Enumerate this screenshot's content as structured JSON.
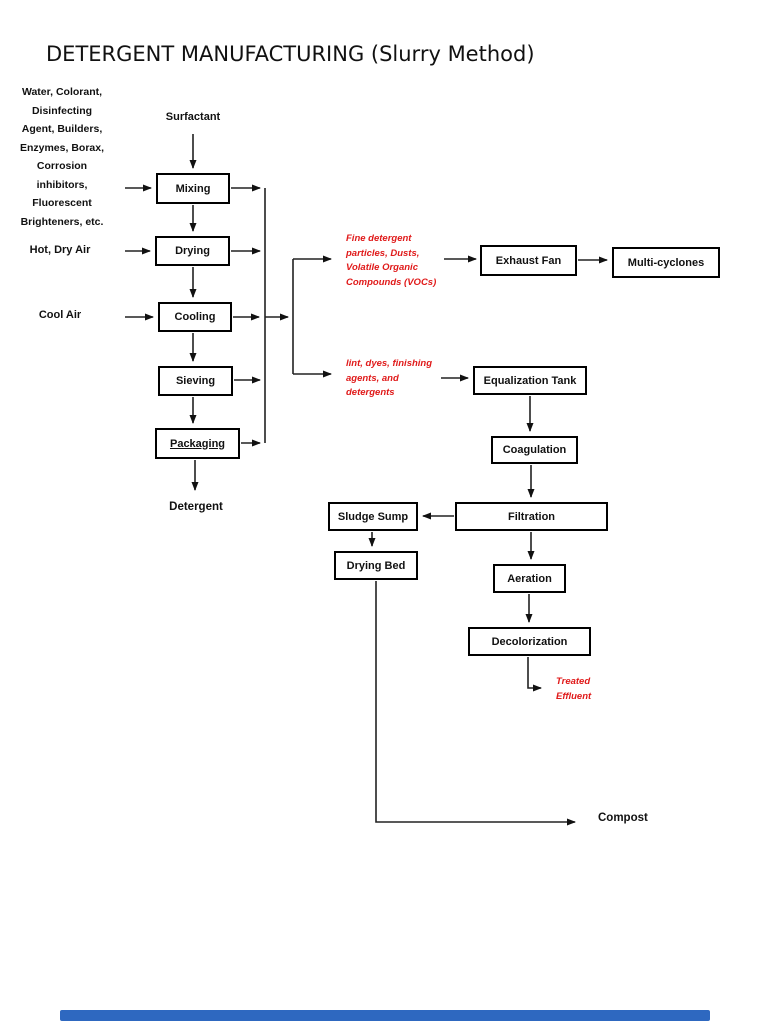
{
  "title": "DETERGENT MANUFACTURING (Slurry Method)",
  "inputs": {
    "ingredients": "Water, Colorant,\nDisinfecting\nAgent, Builders,\nEnzymes, Borax,\nCorrosion\ninhibitors,\nFluorescent\nBrighteners, etc.",
    "surfactant": "Surfactant",
    "hot_dry_air": "Hot, Dry Air",
    "cool_air": "Cool Air"
  },
  "boxes": {
    "mixing": "Mixing",
    "drying": "Drying",
    "cooling": "Cooling",
    "sieving": "Sieving",
    "packaging": "Packaging",
    "exhaust_fan": "Exhaust Fan",
    "multi_cyclones": "Multi-cyclones",
    "equalization_tank": "Equalization Tank",
    "coagulation": "Coagulation",
    "filtration": "Filtration",
    "sludge_sump": "Sludge Sump",
    "drying_bed": "Drying Bed",
    "aeration": "Aeration",
    "decolorization": "Decolorization"
  },
  "annotations": {
    "fine_particles": "Fine detergent\nparticles, Dusts,\nVolatile Organic\nCompounds (VOCs)",
    "lint_dyes": "lint, dyes, finishing\nagents, and\ndetergents",
    "treated_effluent": "Treated\nEffluent"
  },
  "outputs": {
    "detergent": "Detergent",
    "compost": "Compost"
  },
  "colors": {
    "annotation_red": "#e01a1a",
    "line_color": "#1a1a1a",
    "box_border": "#000000",
    "scrollbar_blue": "#2e68c0"
  }
}
